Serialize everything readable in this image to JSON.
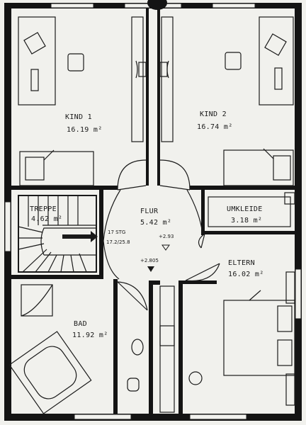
{
  "rooms": {
    "kind1": {
      "name": "KIND  1",
      "area": "16.19  m²"
    },
    "kind2": {
      "name": "KIND  2",
      "area": "16.74  m²"
    },
    "flur": {
      "name": "FLUR",
      "area": "5.42  m²"
    },
    "treppe": {
      "name": "TREPPE",
      "area": "4.62  m²"
    },
    "umkleide": {
      "name": "UMKLEIDE",
      "area": "3.18  m²"
    },
    "eltern": {
      "name": "ELTERN",
      "area": "16.02  m²"
    },
    "bad": {
      "name": "BAD",
      "area": "11.92  m²"
    }
  },
  "annotations": {
    "stair_steps": "17 STG",
    "stair_ratio": "17.2/25.8",
    "level_1": "+2.93",
    "level_2": "+2.805"
  },
  "colors": {
    "paper": "#f1f1ed",
    "ink": "#141414"
  }
}
